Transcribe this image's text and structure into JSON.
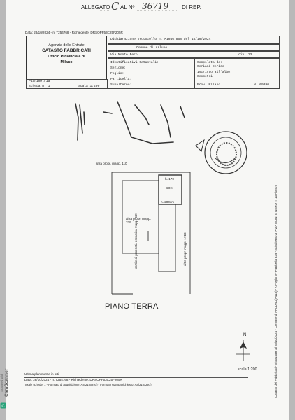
{
  "header": {
    "allegato_label": "ALLEGATO",
    "allegato_letter": "C",
    "al_n_label": "AL Nº",
    "al_n_value": "36719",
    "di_rep_label": "DI REP.",
    "top_line": "Data: 28/10/2024 - n. T254768 - Richiedente: DRSOPF53C25F205R"
  },
  "agency": {
    "line1": "Agenzia delle Entrate",
    "line2": "CATASTO FABBRICATI",
    "line3": "Ufficio Provinciale di",
    "line4": "Milano"
  },
  "form": {
    "dichiarazione": "Dichiarazione protocollo n. MI0467858 del 15/10/2024",
    "comune": "Comune di Arluno",
    "via": "Via Monte Nero",
    "civ": "civ. 13",
    "identificativi": "Identificativi Catastali:",
    "sezione": "Sezione:",
    "foglio": "Foglio:",
    "particella": "Particella:",
    "subalterno": "Subalterno:",
    "compilata": "Compilata da:",
    "compilatore": "Ceriani Enrico",
    "iscritto": "Iscritto all'albo:",
    "albo": "Geometri",
    "prov": "Prov. Milano",
    "numero": "N. 09390",
    "planimetria": "Planimetria",
    "scheda": "Scheda n. 1",
    "scala_header": "Scala 1:200"
  },
  "drawing": {
    "label_top": "altra propr. mapp. 110",
    "label_h": "h=170",
    "label_box": "BOX",
    "label_h2": "h=200cm",
    "label_altra_339": "altra propr. mapp. 339",
    "label_cortile": "cortile di proprietà esclusiva mapp. 339",
    "label_right": "altra propr. mapp. 1713",
    "piano": "PIANO TERRA",
    "north": "N",
    "scala": "scala 1:200"
  },
  "footer": {
    "ultima": "Ultima planimetria in atti",
    "line1": "Data: 28/10/2024 - n. T254768 - Richiedente: DRSOPF53C25F205R",
    "line2": "Totale schede: 1 - Formato di acquisizione: A4(210x297) - Formato stampa richiesto: A4(210x297)"
  },
  "side_text": "Catasto dei Fabbricati - Situazione al 28/10/2024 - Comune di ARLUNO(A415) - < Foglio 9 - Particella 339 - Subalterno 3 > VIA MONTE NERO n. 13 Piano T",
  "scanner": {
    "line1": "Scanned with",
    "line2": "CamScanner"
  }
}
